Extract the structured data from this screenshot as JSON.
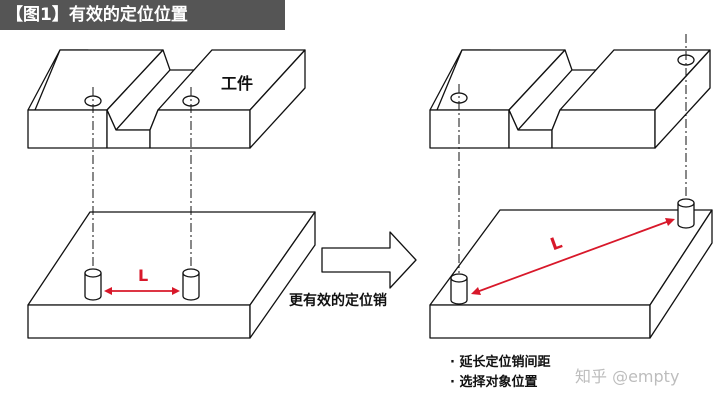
{
  "title": "【图1】有效的定位位置",
  "labels": {
    "workpiece": "工件",
    "left_distance": "L",
    "right_distance": "L",
    "arrow_caption": "更有效的定位销"
  },
  "notes": [
    "· 延长定位销间距",
    "· 选择对象位置"
  ],
  "watermark": "知乎 @empty",
  "colors": {
    "accent": "#d8182a",
    "title_bg": "#555555"
  }
}
